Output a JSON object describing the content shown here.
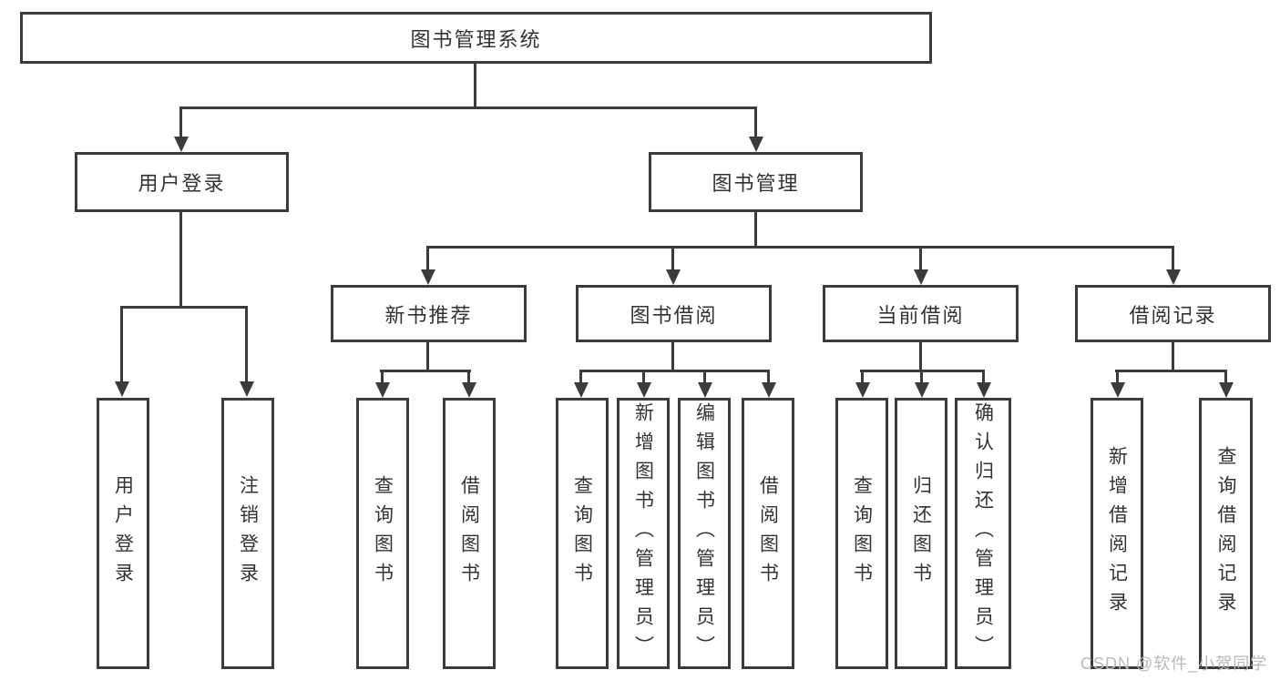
{
  "diagram": {
    "root": {
      "label": "图书管理系统"
    },
    "level2": [
      {
        "label": "用户登录"
      },
      {
        "label": "图书管理"
      }
    ],
    "level3": [
      {
        "label": "新书推荐"
      },
      {
        "label": "图书借阅"
      },
      {
        "label": "当前借阅"
      },
      {
        "label": "借阅记录"
      }
    ],
    "leaves": {
      "user_login": [
        {
          "label": "用户登录"
        },
        {
          "label": "注销登录"
        }
      ],
      "new_book_recommendation": [
        {
          "label": "查询图书"
        },
        {
          "label": "借阅图书"
        }
      ],
      "book_borrowing": [
        {
          "label": "查询图书"
        },
        {
          "label": "新增图书（管理员）"
        },
        {
          "label": "编辑图书（管理员）"
        },
        {
          "label": "借阅图书"
        }
      ],
      "current_borrowing": [
        {
          "label": "查询图书"
        },
        {
          "label": "归还图书"
        },
        {
          "label": "确认归还（管理员）"
        }
      ],
      "borrowing_records": [
        {
          "label": "新增借阅记录"
        },
        {
          "label": "查询借阅记录"
        }
      ]
    }
  },
  "watermark": {
    "text": "CSDN @软件_小贺同学"
  },
  "colors": {
    "line": "#3b3b3b",
    "text": "#333333",
    "watermark": "#b9b9b9",
    "background": "#ffffff"
  }
}
